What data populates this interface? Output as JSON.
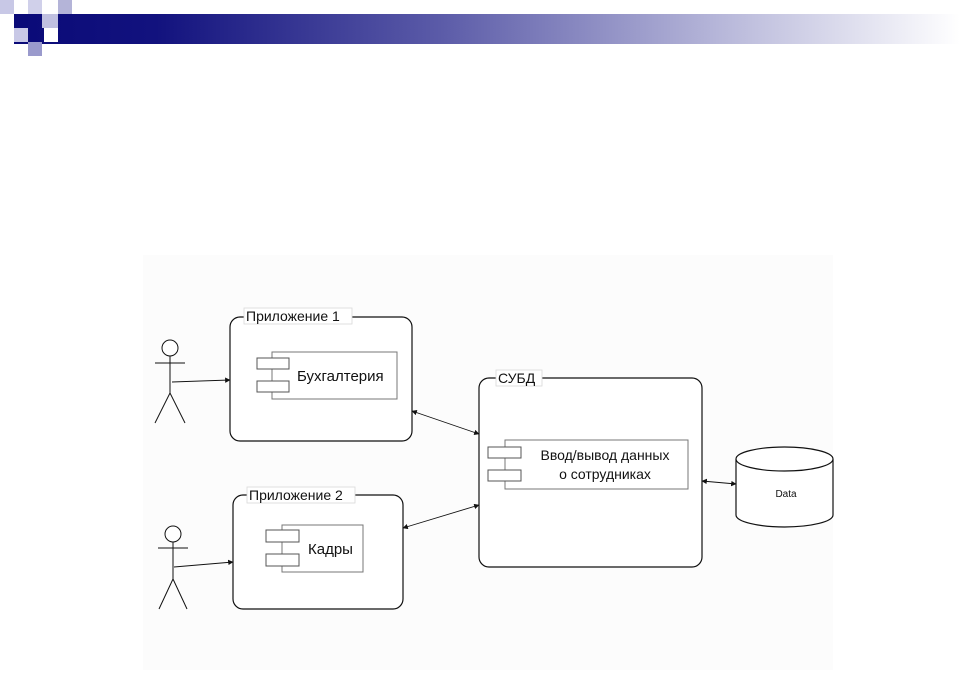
{
  "nodes": {
    "app1": {
      "title": "Приложение 1",
      "component": "Бухгалтерия"
    },
    "app2": {
      "title": "Приложение 2",
      "component": "Кадры"
    },
    "dbms": {
      "title": "СУБД",
      "component_line1": "Ввод/вывод данных",
      "component_line2": "о сотрудниках"
    },
    "database": {
      "label": "Data"
    }
  }
}
